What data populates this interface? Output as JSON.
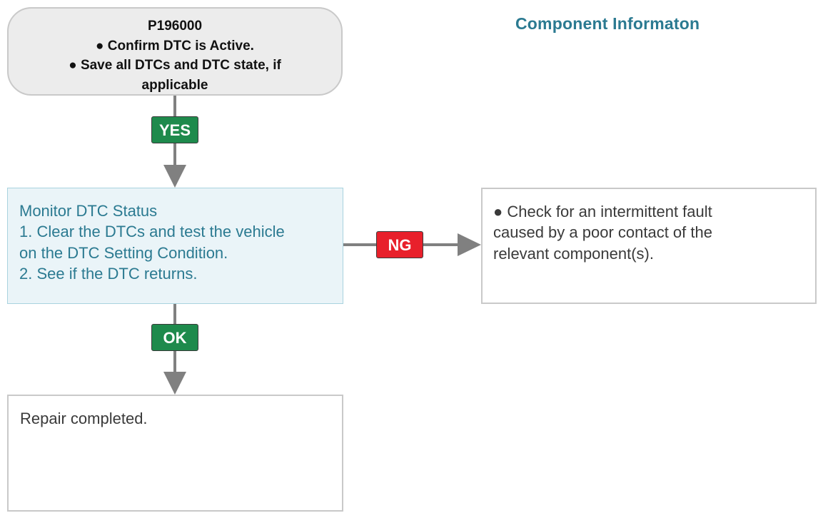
{
  "start": {
    "code": "P196000",
    "lines": [
      "● Confirm DTC is Active.",
      "● Save all DTCs and DTC state, if",
      "applicable"
    ]
  },
  "component_info": {
    "label": "Component Informaton"
  },
  "monitor": {
    "lines": [
      "Monitor DTC Status",
      "1. Clear the DTCs and test the vehicle",
      "on the DTC Setting Condition.",
      "2. See if the DTC returns."
    ]
  },
  "intermittent": {
    "lines": [
      "● Check for an intermittent fault",
      "caused by a poor contact of the",
      "relevant component(s)."
    ]
  },
  "repair": {
    "text": "Repair completed."
  },
  "badges": {
    "yes": "YES",
    "ok": "OK",
    "ng": "NG"
  },
  "colors": {
    "accent_text": "#2b7a91",
    "yes_ok_green": "#1e8a4c",
    "ng_red": "#e8202b",
    "connector_gray": "#808080"
  }
}
